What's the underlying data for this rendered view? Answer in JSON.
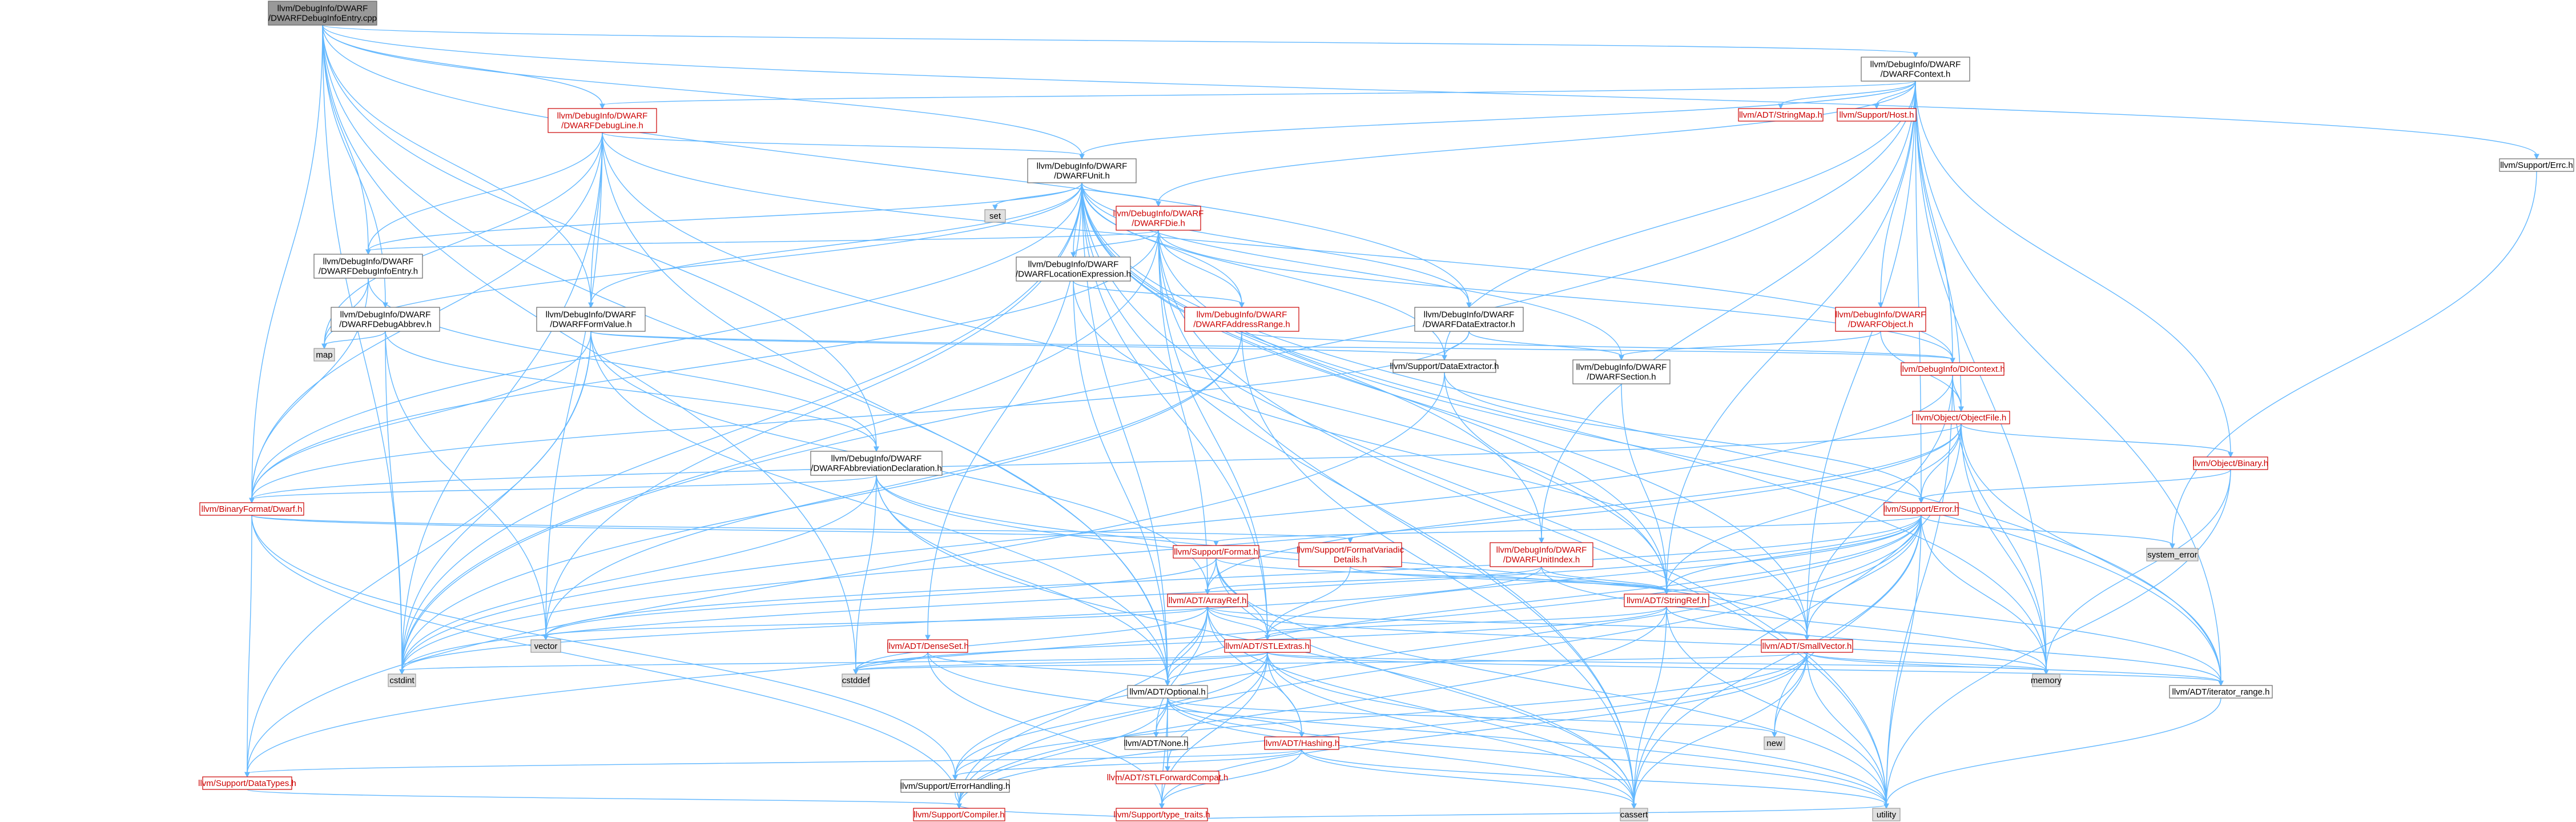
{
  "graph": {
    "title": "",
    "colors": {
      "root_fill": "#999999",
      "root_stroke": "#666666",
      "red_text": "#cc0000",
      "red_stroke": "#cc0000",
      "normal_text": "#000000",
      "normal_stroke": "#666666",
      "system_fill": "#e0e0e0",
      "system_stroke": "#999999",
      "edge": "#63b8ff",
      "background": "#ffffff"
    },
    "nodes": [
      {
        "id": "root",
        "lines": [
          "llvm/DebugInfo/DWARF",
          "/DWARFDebugInfoEntry.cpp"
        ],
        "style": "root"
      },
      {
        "id": "ctx",
        "lines": [
          "llvm/DebugInfo/DWARF",
          "/DWARFContext.h"
        ],
        "style": "normal"
      },
      {
        "id": "errc",
        "lines": [
          "llvm/Support/Errc.h"
        ],
        "style": "normal"
      },
      {
        "id": "debugline",
        "lines": [
          "llvm/DebugInfo/DWARF",
          "/DWARFDebugLine.h"
        ],
        "style": "red"
      },
      {
        "id": "stringmap",
        "lines": [
          "llvm/ADT/StringMap.h"
        ],
        "style": "red"
      },
      {
        "id": "host",
        "lines": [
          "llvm/Support/Host.h"
        ],
        "style": "red"
      },
      {
        "id": "unit",
        "lines": [
          "llvm/DebugInfo/DWARF",
          "/DWARFUnit.h"
        ],
        "style": "normal"
      },
      {
        "id": "set",
        "lines": [
          "set"
        ],
        "style": "system"
      },
      {
        "id": "die",
        "lines": [
          "llvm/DebugInfo/DWARF",
          "/DWARFDie.h"
        ],
        "style": "red"
      },
      {
        "id": "debuginfoentry",
        "lines": [
          "llvm/DebugInfo/DWARF",
          "/DWARFDebugInfoEntry.h"
        ],
        "style": "normal"
      },
      {
        "id": "locexpr",
        "lines": [
          "llvm/DebugInfo/DWARF",
          "/DWARFLocationExpression.h"
        ],
        "style": "normal"
      },
      {
        "id": "debugabbrev",
        "lines": [
          "llvm/DebugInfo/DWARF",
          "/DWARFDebugAbbrev.h"
        ],
        "style": "normal"
      },
      {
        "id": "formvalue",
        "lines": [
          "llvm/DebugInfo/DWARF",
          "/DWARFFormValue.h"
        ],
        "style": "normal"
      },
      {
        "id": "addrrange",
        "lines": [
          "llvm/DebugInfo/DWARF",
          "/DWARFAddressRange.h"
        ],
        "style": "red"
      },
      {
        "id": "dataextractor_dw",
        "lines": [
          "llvm/DebugInfo/DWARF",
          "/DWARFDataExtractor.h"
        ],
        "style": "normal"
      },
      {
        "id": "dwobject",
        "lines": [
          "llvm/DebugInfo/DWARF",
          "/DWARFObject.h"
        ],
        "style": "red"
      },
      {
        "id": "map",
        "lines": [
          "map"
        ],
        "style": "system"
      },
      {
        "id": "support_de",
        "lines": [
          "llvm/Support/DataExtractor.h"
        ],
        "style": "normal"
      },
      {
        "id": "dwsection",
        "lines": [
          "llvm/DebugInfo/DWARF",
          "/DWARFSection.h"
        ],
        "style": "normal"
      },
      {
        "id": "dicontext",
        "lines": [
          "llvm/DebugInfo/DIContext.h"
        ],
        "style": "red"
      },
      {
        "id": "objectfile",
        "lines": [
          "llvm/Object/ObjectFile.h"
        ],
        "style": "red"
      },
      {
        "id": "abbrevdecl",
        "lines": [
          "llvm/DebugInfo/DWARF",
          "/DWARFAbbreviationDeclaration.h"
        ],
        "style": "normal"
      },
      {
        "id": "binary",
        "lines": [
          "llvm/Object/Binary.h"
        ],
        "style": "red"
      },
      {
        "id": "bfdwarf",
        "lines": [
          "llvm/BinaryFormat/Dwarf.h"
        ],
        "style": "red"
      },
      {
        "id": "error",
        "lines": [
          "llvm/Support/Error.h"
        ],
        "style": "red"
      },
      {
        "id": "unitindex",
        "lines": [
          "llvm/DebugInfo/DWARF",
          "/DWARFUnitIndex.h"
        ],
        "style": "red"
      },
      {
        "id": "format",
        "lines": [
          "llvm/Support/Format.h"
        ],
        "style": "red"
      },
      {
        "id": "formatvariadic",
        "lines": [
          "llvm/Support/FormatVariadic",
          "Details.h"
        ],
        "style": "red"
      },
      {
        "id": "system_error",
        "lines": [
          "system_error"
        ],
        "style": "system"
      },
      {
        "id": "stringref",
        "lines": [
          "llvm/ADT/StringRef.h"
        ],
        "style": "red"
      },
      {
        "id": "arrayref",
        "lines": [
          "llvm/ADT/ArrayRef.h"
        ],
        "style": "red"
      },
      {
        "id": "vector",
        "lines": [
          "vector"
        ],
        "style": "system"
      },
      {
        "id": "denseset",
        "lines": [
          "llvm/ADT/DenseSet.h"
        ],
        "style": "red"
      },
      {
        "id": "stlextras",
        "lines": [
          "llvm/ADT/STLExtras.h"
        ],
        "style": "red"
      },
      {
        "id": "smallvector",
        "lines": [
          "llvm/ADT/SmallVector.h"
        ],
        "style": "red"
      },
      {
        "id": "cstdint",
        "lines": [
          "cstdint"
        ],
        "style": "system"
      },
      {
        "id": "cstddef",
        "lines": [
          "cstddef"
        ],
        "style": "system"
      },
      {
        "id": "optional",
        "lines": [
          "llvm/ADT/Optional.h"
        ],
        "style": "normal"
      },
      {
        "id": "memory",
        "lines": [
          "memory"
        ],
        "style": "system"
      },
      {
        "id": "iterator_range",
        "lines": [
          "llvm/ADT/iterator_range.h"
        ],
        "style": "normal"
      },
      {
        "id": "none",
        "lines": [
          "llvm/ADT/None.h"
        ],
        "style": "normal"
      },
      {
        "id": "stlforward",
        "lines": [
          "llvm/ADT/STLForwardCompat.h"
        ],
        "style": "red"
      },
      {
        "id": "hashing",
        "lines": [
          "llvm/ADT/Hashing.h"
        ],
        "style": "red"
      },
      {
        "id": "new",
        "lines": [
          "new"
        ],
        "style": "system"
      },
      {
        "id": "datatypes",
        "lines": [
          "llvm/Support/DataTypes.h"
        ],
        "style": "red"
      },
      {
        "id": "errorhandling",
        "lines": [
          "llvm/Support/ErrorHandling.h"
        ],
        "style": "normal"
      },
      {
        "id": "typetraits",
        "lines": [
          "llvm/Support/type_traits.h"
        ],
        "style": "red"
      },
      {
        "id": "cassert",
        "lines": [
          "cassert"
        ],
        "style": "system"
      },
      {
        "id": "compiler",
        "lines": [
          "llvm/Support/Compiler.h"
        ],
        "style": "red"
      },
      {
        "id": "utility",
        "lines": [
          "utility"
        ],
        "style": "system"
      }
    ],
    "edges": [
      [
        "root",
        "ctx"
      ],
      [
        "root",
        "errc"
      ],
      [
        "root",
        "debugline"
      ],
      [
        "root",
        "unit"
      ],
      [
        "root",
        "debuginfoentry"
      ],
      [
        "root",
        "debugabbrev"
      ],
      [
        "root",
        "formvalue"
      ],
      [
        "root",
        "dataextractor_dw"
      ],
      [
        "root",
        "bfdwarf"
      ],
      [
        "root",
        "abbrevdecl"
      ],
      [
        "root",
        "optional"
      ],
      [
        "root",
        "cstdint"
      ],
      [
        "root",
        "cstddef"
      ],
      [
        "ctx",
        "debugline"
      ],
      [
        "ctx",
        "stringmap"
      ],
      [
        "ctx",
        "host"
      ],
      [
        "ctx",
        "unit"
      ],
      [
        "ctx",
        "die"
      ],
      [
        "ctx",
        "dwobject"
      ],
      [
        "ctx",
        "dicontext"
      ],
      [
        "ctx",
        "objectfile"
      ],
      [
        "ctx",
        "binary"
      ],
      [
        "ctx",
        "error"
      ],
      [
        "ctx",
        "stringref"
      ],
      [
        "ctx",
        "smallvector"
      ],
      [
        "ctx",
        "memory"
      ],
      [
        "ctx",
        "cstdint"
      ],
      [
        "ctx",
        "support_de"
      ],
      [
        "ctx",
        "unitindex"
      ],
      [
        "ctx",
        "iterator_range"
      ],
      [
        "errc",
        "system_error"
      ],
      [
        "debugline",
        "unit"
      ],
      [
        "debugline",
        "bfdwarf"
      ],
      [
        "debugline",
        "debuginfoentry"
      ],
      [
        "debugline",
        "formvalue"
      ],
      [
        "debugline",
        "dicontext"
      ],
      [
        "debugline",
        "stringref"
      ],
      [
        "debugline",
        "optional"
      ],
      [
        "debugline",
        "vector"
      ],
      [
        "debugline",
        "map"
      ],
      [
        "debugline",
        "cstdint"
      ],
      [
        "unit",
        "set"
      ],
      [
        "unit",
        "die"
      ],
      [
        "unit",
        "debuginfoentry"
      ],
      [
        "unit",
        "locexpr"
      ],
      [
        "unit",
        "addrrange"
      ],
      [
        "unit",
        "dataextractor_dw"
      ],
      [
        "unit",
        "formvalue"
      ],
      [
        "unit",
        "unitindex"
      ],
      [
        "unit",
        "dwsection"
      ],
      [
        "unit",
        "support_de"
      ],
      [
        "unit",
        "bfdwarf"
      ],
      [
        "unit",
        "stringref"
      ],
      [
        "unit",
        "stlextras"
      ],
      [
        "unit",
        "denseset"
      ],
      [
        "unit",
        "optional"
      ],
      [
        "unit",
        "vector"
      ],
      [
        "unit",
        "map"
      ],
      [
        "unit",
        "memory"
      ],
      [
        "unit",
        "utility"
      ],
      [
        "unit",
        "cstdint"
      ],
      [
        "unit",
        "cassert"
      ],
      [
        "unit",
        "iterator_range"
      ],
      [
        "unit",
        "smallvector"
      ],
      [
        "die",
        "debuginfoentry"
      ],
      [
        "die",
        "addrrange"
      ],
      [
        "die",
        "locexpr"
      ],
      [
        "die",
        "dicontext"
      ],
      [
        "die",
        "iterator_range"
      ],
      [
        "die",
        "bfdwarf"
      ],
      [
        "die",
        "arrayref"
      ],
      [
        "die",
        "stlextras"
      ],
      [
        "die",
        "cassert"
      ],
      [
        "die",
        "cstdint"
      ],
      [
        "die",
        "utility"
      ],
      [
        "debuginfoentry",
        "abbrevdecl"
      ],
      [
        "debuginfoentry",
        "map"
      ],
      [
        "debuginfoentry",
        "bfdwarf"
      ],
      [
        "locexpr",
        "addrrange"
      ],
      [
        "locexpr",
        "optional"
      ],
      [
        "locexpr",
        "smallvector"
      ],
      [
        "debugabbrev",
        "abbrevdecl"
      ],
      [
        "debugabbrev",
        "map"
      ],
      [
        "debugabbrev",
        "vector"
      ],
      [
        "debugabbrev",
        "cstdint"
      ],
      [
        "formvalue",
        "bfdwarf"
      ],
      [
        "formvalue",
        "dicontext"
      ],
      [
        "formvalue",
        "support_de"
      ],
      [
        "formvalue",
        "arrayref"
      ],
      [
        "formvalue",
        "optional"
      ],
      [
        "formvalue",
        "cstdint"
      ],
      [
        "formvalue",
        "datatypes"
      ],
      [
        "addrrange",
        "dicontext"
      ],
      [
        "addrrange",
        "cstdint"
      ],
      [
        "addrrange",
        "cassert"
      ],
      [
        "addrrange",
        "vector"
      ],
      [
        "addrrange",
        "tuple_placeholder"
      ],
      [
        "dataextractor_dw",
        "support_de"
      ],
      [
        "dataextractor_dw",
        "dwsection"
      ],
      [
        "dataextractor_dw",
        "bfdwarf"
      ],
      [
        "dwobject",
        "dwsection"
      ],
      [
        "dwobject",
        "objectfile"
      ],
      [
        "support_de",
        "error"
      ],
      [
        "support_de",
        "stringref"
      ],
      [
        "support_de",
        "datatypes"
      ],
      [
        "dwsection",
        "stringref"
      ],
      [
        "dicontext",
        "objectfile"
      ],
      [
        "dicontext",
        "smallvector"
      ],
      [
        "dicontext",
        "memory"
      ],
      [
        "dicontext",
        "cstdint"
      ],
      [
        "dicontext",
        "utility"
      ],
      [
        "objectfile",
        "binary"
      ],
      [
        "objectfile",
        "error"
      ],
      [
        "objectfile",
        "arrayref"
      ],
      [
        "objectfile",
        "stringref"
      ],
      [
        "objectfile",
        "iterator_range"
      ],
      [
        "objectfile",
        "memory"
      ],
      [
        "objectfile",
        "cassert"
      ],
      [
        "objectfile",
        "cstdint"
      ],
      [
        "objectfile",
        "bfdwarf"
      ],
      [
        "abbrevdecl",
        "bfdwarf"
      ],
      [
        "abbrevdecl",
        "optional"
      ],
      [
        "abbrevdecl",
        "smallvector"
      ],
      [
        "abbrevdecl",
        "iterator_range"
      ],
      [
        "abbrevdecl",
        "cassert"
      ],
      [
        "abbrevdecl",
        "cstddef"
      ],
      [
        "abbrevdecl",
        "cstdint"
      ],
      [
        "binary",
        "error"
      ],
      [
        "binary",
        "memory"
      ],
      [
        "binary",
        "utility"
      ],
      [
        "bfdwarf",
        "format"
      ],
      [
        "bfdwarf",
        "formatvariadic"
      ],
      [
        "bfdwarf",
        "errorhandling"
      ],
      [
        "bfdwarf",
        "datatypes"
      ],
      [
        "bfdwarf",
        "compiler"
      ],
      [
        "error",
        "system_error"
      ],
      [
        "error",
        "stringref"
      ],
      [
        "error",
        "smallvector"
      ],
      [
        "error",
        "optional"
      ],
      [
        "error",
        "format"
      ],
      [
        "error",
        "errorhandling"
      ],
      [
        "error",
        "compiler"
      ],
      [
        "error",
        "datatypes"
      ],
      [
        "error",
        "cassert"
      ],
      [
        "error",
        "cstdint"
      ],
      [
        "error",
        "memory"
      ],
      [
        "error",
        "new"
      ],
      [
        "error",
        "utility"
      ],
      [
        "error",
        "vector"
      ],
      [
        "error",
        "stlextras"
      ],
      [
        "unitindex",
        "stringref"
      ],
      [
        "unitindex",
        "arrayref"
      ],
      [
        "unitindex",
        "memory"
      ],
      [
        "unitindex",
        "cstdint"
      ],
      [
        "format",
        "arrayref"
      ],
      [
        "format",
        "stringref"
      ],
      [
        "format",
        "stlextras"
      ],
      [
        "format",
        "cassert"
      ],
      [
        "format",
        "utility"
      ],
      [
        "format",
        "vector"
      ],
      [
        "formatvariadic",
        "stlextras"
      ],
      [
        "formatvariadic",
        "stringref"
      ],
      [
        "stringref",
        "stlextras"
      ],
      [
        "stringref",
        "iterator_range"
      ],
      [
        "stringref",
        "compiler"
      ],
      [
        "stringref",
        "cassert"
      ],
      [
        "stringref",
        "utility"
      ],
      [
        "stringref",
        "cstddef"
      ],
      [
        "arrayref",
        "stlextras"
      ],
      [
        "arrayref",
        "smallvector"
      ],
      [
        "arrayref",
        "hashing"
      ],
      [
        "arrayref",
        "none"
      ],
      [
        "arrayref",
        "optional"
      ],
      [
        "arrayref",
        "compiler"
      ],
      [
        "arrayref",
        "cassert"
      ],
      [
        "arrayref",
        "vector"
      ],
      [
        "arrayref",
        "memory"
      ],
      [
        "arrayref",
        "cstddef"
      ],
      [
        "denseset",
        "optional"
      ],
      [
        "denseset",
        "typetraits"
      ],
      [
        "denseset",
        "cstddef"
      ],
      [
        "denseset",
        "utility"
      ],
      [
        "stlextras",
        "optional"
      ],
      [
        "stlextras",
        "hashing"
      ],
      [
        "stlextras",
        "stlforward"
      ],
      [
        "stlextras",
        "iterator_range"
      ],
      [
        "stlextras",
        "errorhandling"
      ],
      [
        "stlextras",
        "typetraits"
      ],
      [
        "stlextras",
        "cassert"
      ],
      [
        "stlextras",
        "cstddef"
      ],
      [
        "stlextras",
        "cstdint"
      ],
      [
        "stlextras",
        "memory"
      ],
      [
        "stlextras",
        "utility"
      ],
      [
        "smallvector",
        "iterator_range"
      ],
      [
        "smallvector",
        "compiler"
      ],
      [
        "smallvector",
        "typetraits"
      ],
      [
        "smallvector",
        "cassert"
      ],
      [
        "smallvector",
        "cstddef"
      ],
      [
        "smallvector",
        "memory"
      ],
      [
        "smallvector",
        "new"
      ],
      [
        "smallvector",
        "utility"
      ],
      [
        "smallvector",
        "errorhandling"
      ],
      [
        "optional",
        "none"
      ],
      [
        "optional",
        "stlforward"
      ],
      [
        "optional",
        "hashing"
      ],
      [
        "optional",
        "compiler"
      ],
      [
        "optional",
        "typetraits"
      ],
      [
        "optional",
        "cassert"
      ],
      [
        "optional",
        "new"
      ],
      [
        "optional",
        "utility"
      ],
      [
        "iterator_range",
        "utility"
      ],
      [
        "hashing",
        "errorhandling"
      ],
      [
        "hashing",
        "datatypes"
      ],
      [
        "hashing",
        "typetraits"
      ],
      [
        "hashing",
        "cassert"
      ],
      [
        "hashing",
        "utility"
      ],
      [
        "datatypes",
        "compiler"
      ],
      [
        "errorhandling",
        "compiler"
      ],
      [
        "typetraits",
        "compiler"
      ],
      [
        "typetraits",
        "utility"
      ]
    ]
  }
}
